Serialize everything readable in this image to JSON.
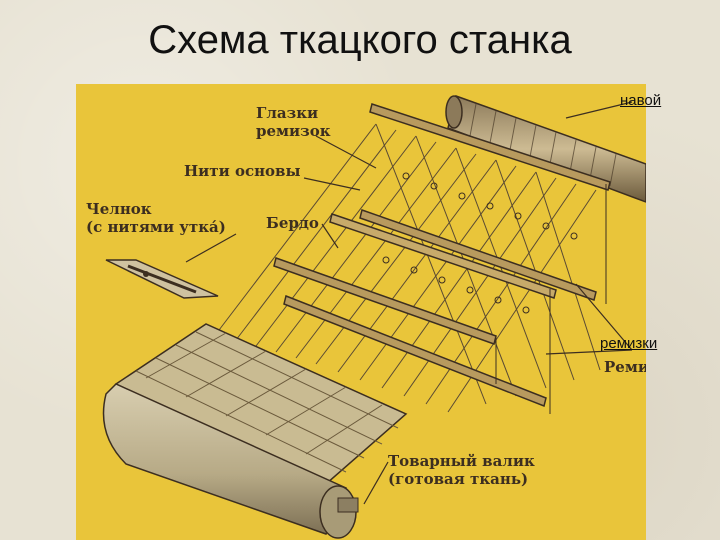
{
  "slide": {
    "title": "Схема ткацкого станка"
  },
  "figure": {
    "labels": {
      "heddle_eyes": [
        "Глазки",
        "ремизок"
      ],
      "warp_threads": "Нити основы",
      "shuttle": [
        "Челнок",
        "(с нитями утка́)"
      ],
      "reed": "Бердо",
      "cloth_roller": [
        "Товарный валик",
        "(готовая ткань)"
      ],
      "partial_right": "Реми"
    },
    "colors": {
      "figure_background": "#e9c53a",
      "wood": "#b89a5e",
      "wood_dark": "#6b5532",
      "thread": "#5a4a33",
      "roller": "#cbbf9a"
    }
  },
  "callouts": {
    "warp_beam": "навой",
    "heddle_frames": "ремизки"
  }
}
